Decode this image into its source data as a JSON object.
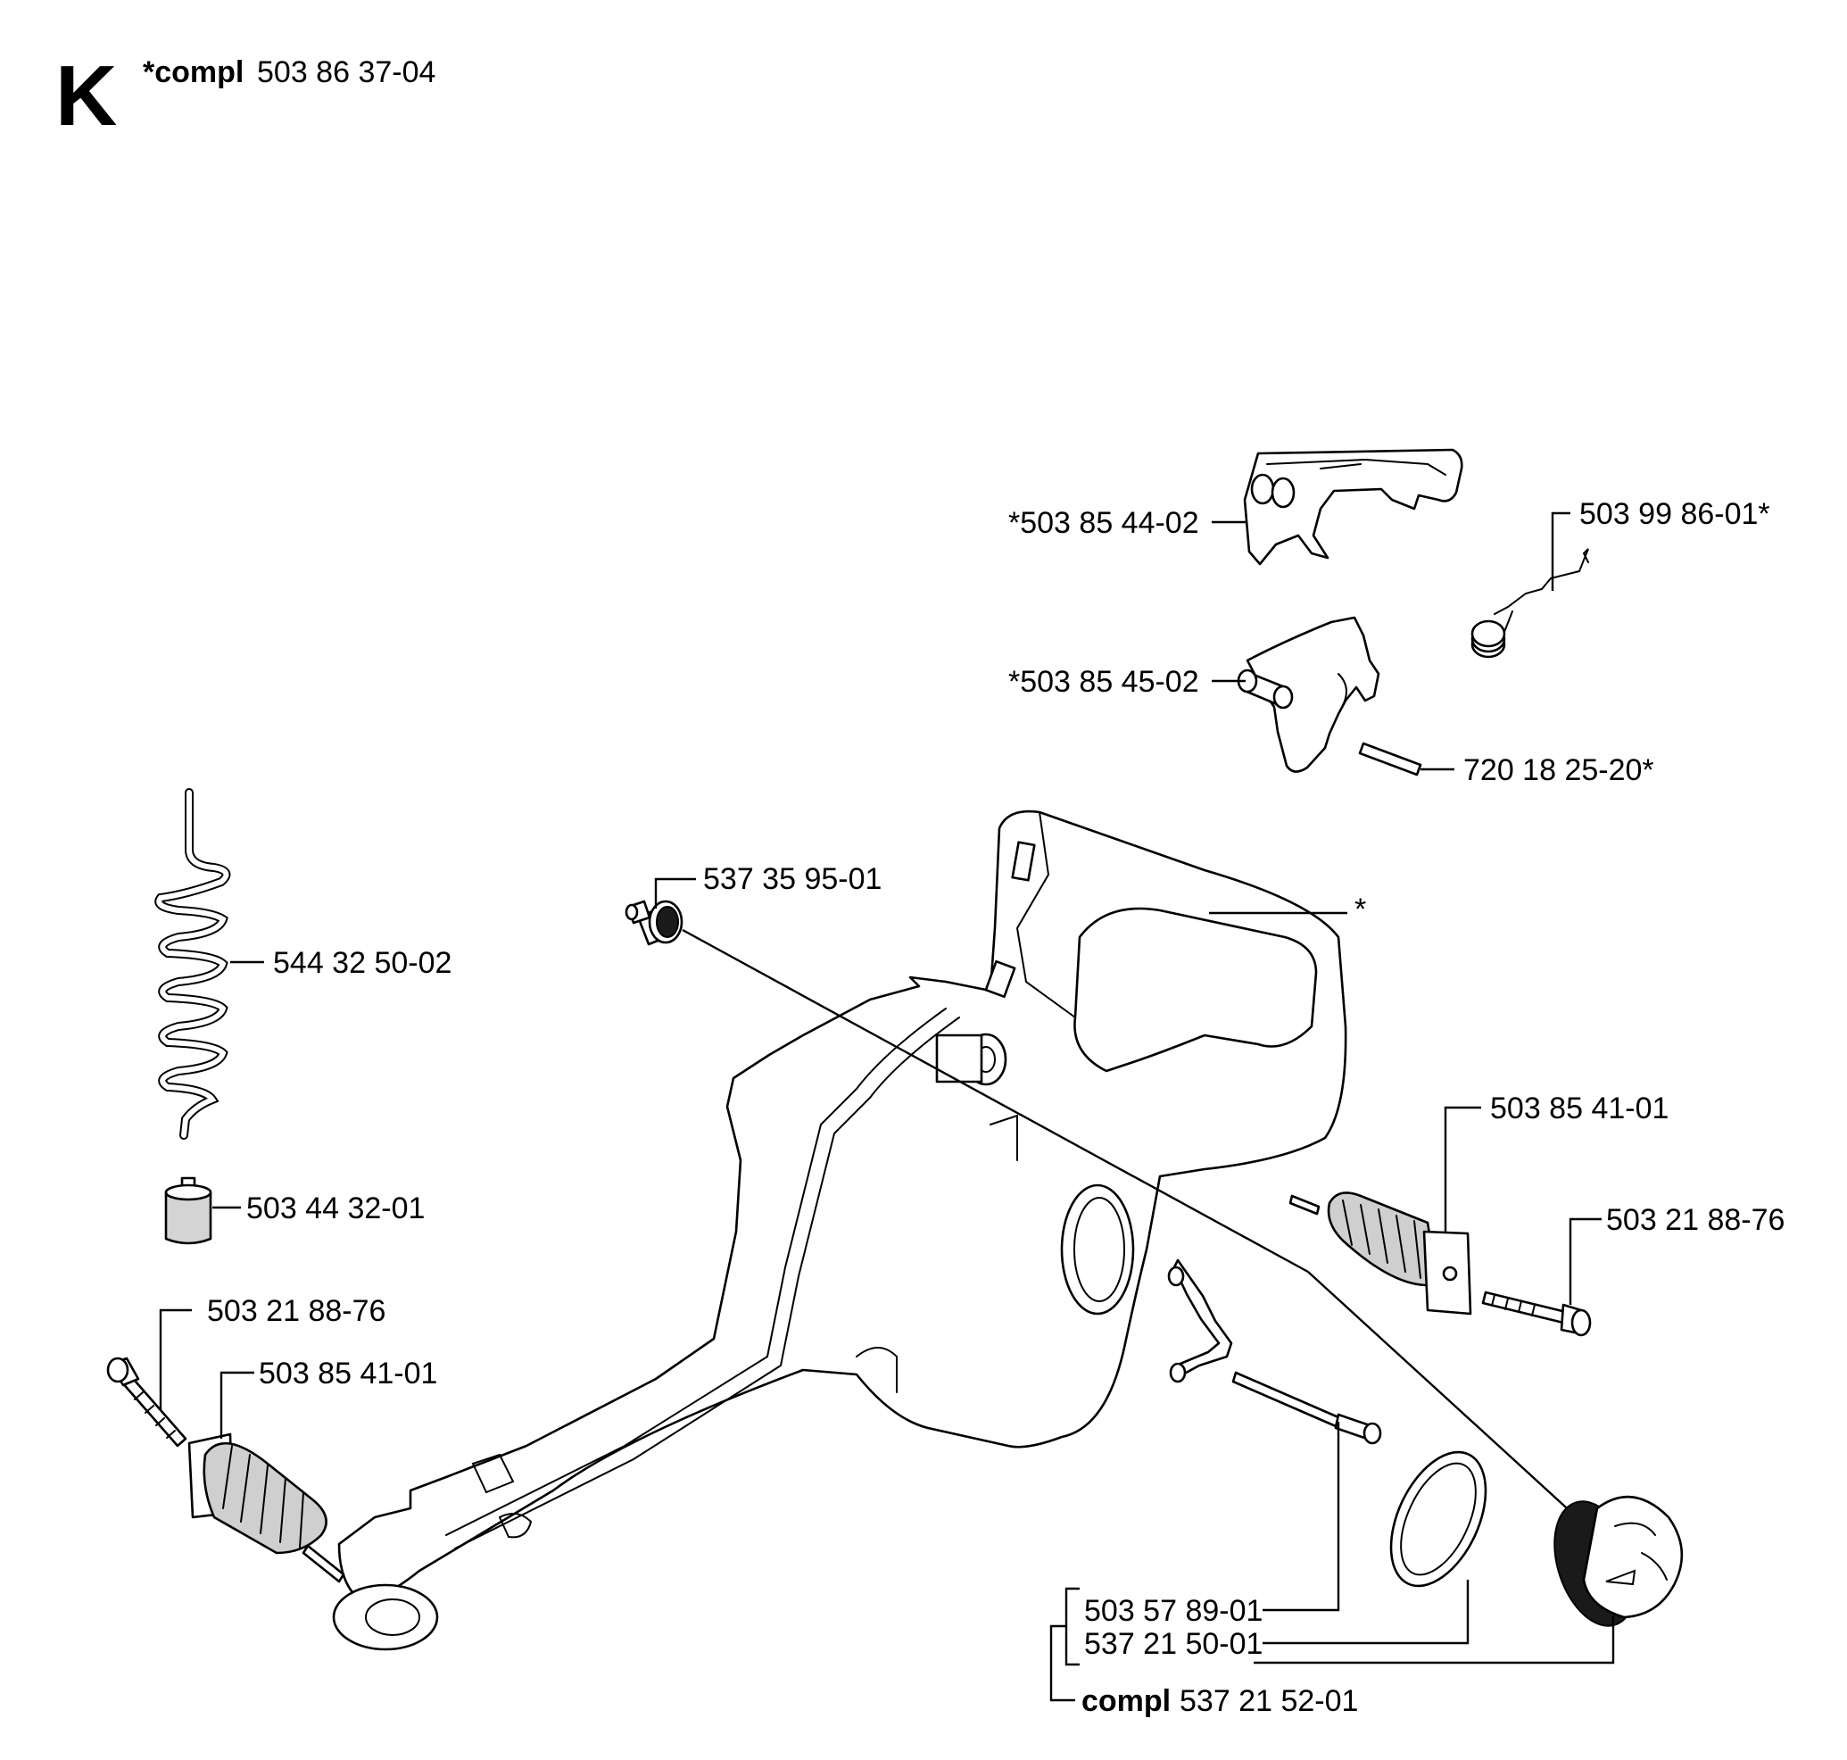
{
  "section": {
    "letter": "K",
    "compl_prefix": "*compl",
    "compl_number": "503 86 37-04"
  },
  "parts": {
    "throttle_trigger": "*503 85 44-02",
    "spring_right": "503 99 86-01*",
    "throttle_lockout": "*503 85 45-02",
    "pin": "720 18 25-20*",
    "plug": "537 35 95-01",
    "handle_asterisk": "*",
    "fuel_hose": "544 32 50-02",
    "fuel_filter": "503 44 32-01",
    "av_element_right": "503 85 41-01",
    "screw_right": "503 21 88-76",
    "screw_left": "503 21 88-76",
    "av_element_left": "503 85 41-01",
    "strap": "503 57 89-01",
    "seal_ring": "537 21 50-01",
    "cap_compl_prefix": "compl",
    "cap_compl_number": "537 21 52-01"
  }
}
